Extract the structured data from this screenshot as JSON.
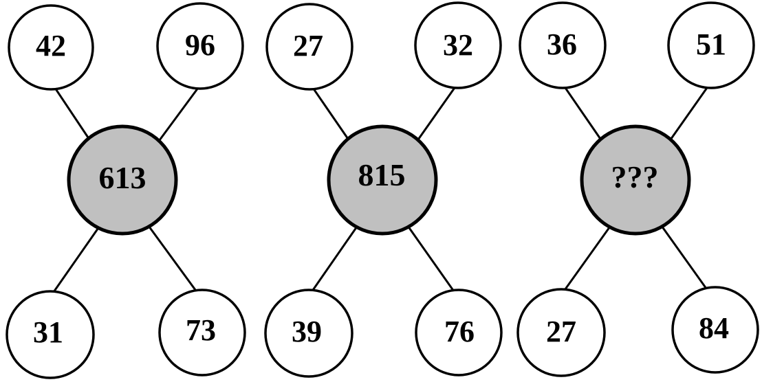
{
  "puzzle": {
    "groups": [
      {
        "center": "613",
        "top_left": "42",
        "top_right": "96",
        "bottom_left": "31",
        "bottom_right": "73"
      },
      {
        "center": "815",
        "top_left": "27",
        "top_right": "32",
        "bottom_left": "39",
        "bottom_right": "76"
      },
      {
        "center": "???",
        "top_left": "36",
        "top_right": "51",
        "bottom_left": "27",
        "bottom_right": "84"
      }
    ],
    "colors": {
      "background": "#ffffff",
      "outer_fill": "#ffffff",
      "center_fill": "#c0c0c0",
      "stroke": "#000000",
      "text": "#000000"
    }
  }
}
